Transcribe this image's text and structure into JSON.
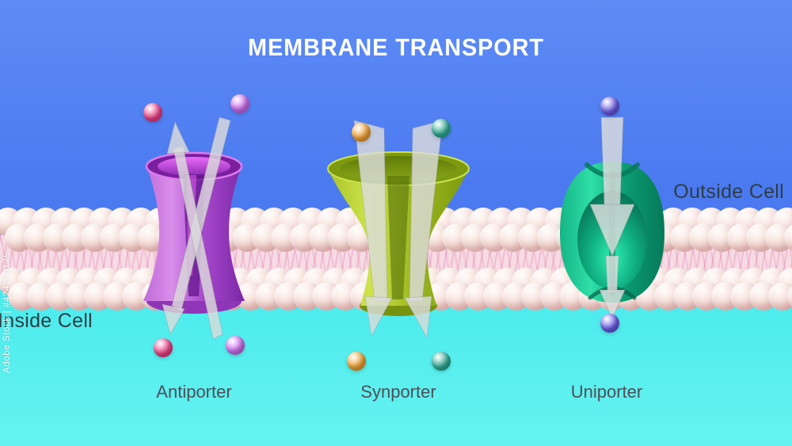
{
  "title": "MEMBRANE TRANSPORT",
  "watermark": "Adobe Stock | #424109175",
  "labels": {
    "outside": "Outside Cell",
    "inside": "Inside Cell"
  },
  "transporters": [
    {
      "name": "Antiporter",
      "protein_color": "#a647cc",
      "ion_colors": [
        "pink",
        "violet"
      ]
    },
    {
      "name": "Synporter",
      "protein_color": "#9ab61c",
      "ion_colors": [
        "orange",
        "teal"
      ]
    },
    {
      "name": "Uniporter",
      "protein_color": "#0c9c72",
      "ion_colors": [
        "purple"
      ]
    }
  ],
  "colors": {
    "background_outside": "#4b7af0",
    "background_inside": "#45e9ec",
    "membrane_sphere": "#f3d9d4",
    "ions": {
      "pink": "#f03f86",
      "violet": "#d06df2",
      "orange": "#f4a432",
      "teal": "#2fae97",
      "purple": "#6a5ae8"
    }
  }
}
